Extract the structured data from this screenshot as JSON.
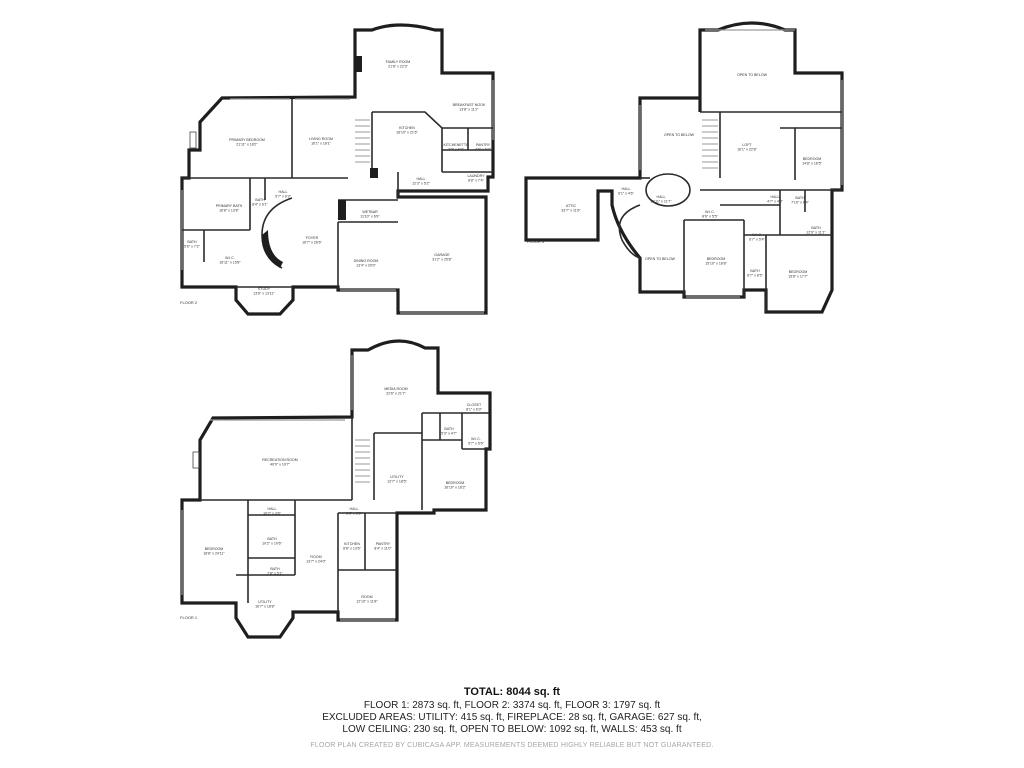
{
  "floor1": {
    "label": "FLOOR 2",
    "rooms": [
      {
        "name": "FAMILY ROOM",
        "dims": "21'8\" x 22'3\""
      },
      {
        "name": "BREAKFAST NOOK",
        "dims": "13'8\" x 11'2\""
      },
      {
        "name": "PRIMARY BEDROOM",
        "dims": "21'11\" x 18'2\""
      },
      {
        "name": "LIVING ROOM",
        "dims": "16'1\" x 18'1\""
      },
      {
        "name": "KITCHEN",
        "dims": "16'10\" x 21'6\""
      },
      {
        "name": "KITCHENETTE",
        "dims": "7'2\" x 6'7\""
      },
      {
        "name": "PANTRY",
        "dims": "4'8\" x 6'7\""
      },
      {
        "name": "HALL",
        "dims": "12'3\" x 5'2\""
      },
      {
        "name": "LAUNDRY",
        "dims": "8'8\" x 7'4\""
      },
      {
        "name": "PRIMARY BATH",
        "dims": "16'8\" x 13'8\""
      },
      {
        "name": "BATH",
        "dims": "8'4\" x 6'1\""
      },
      {
        "name": "HALL",
        "dims": "5'7\" x 6'3\""
      },
      {
        "name": "WETBAR",
        "dims": "11'10\" x 6'9\""
      },
      {
        "name": "BATH",
        "dims": "5'6\" x 7'2\""
      },
      {
        "name": "W.I.C.",
        "dims": "16'11\" x 15'8\""
      },
      {
        "name": "FOYER",
        "dims": "16'7\" x 26'6\""
      },
      {
        "name": "DINING ROOM",
        "dims": "13'4\" x 20'0\""
      },
      {
        "name": "GARAGE",
        "dims": "31'2\" x 25'8\""
      },
      {
        "name": "STUDY",
        "dims": "13'6\" x 13'11\""
      }
    ]
  },
  "floor2": {
    "label": "FLOOR 3",
    "rooms": [
      {
        "name": "OPEN TO BELOW",
        "dims": ""
      },
      {
        "name": "OPEN TO BELOW",
        "dims": ""
      },
      {
        "name": "LOFT",
        "dims": "16'1\" x 22'8\""
      },
      {
        "name": "BEDROOM",
        "dims": "14'8\" x 16'5\""
      },
      {
        "name": "ATTIC",
        "dims": "33'7\" x 11'6\""
      },
      {
        "name": "HALL",
        "dims": "6'1\" x 4'6\""
      },
      {
        "name": "HALL",
        "dims": "18'11\" x 11'7\""
      },
      {
        "name": "HALL",
        "dims": "4'7\" x 4'3\""
      },
      {
        "name": "BATH",
        "dims": "7'10\" x 6'4\""
      },
      {
        "name": "W.I.C.",
        "dims": "8'6\" x 5'5\""
      },
      {
        "name": "W.I.C.",
        "dims": "6'7\" x 5'4\""
      },
      {
        "name": "BATH",
        "dims": "12'0\" x 11'1\""
      },
      {
        "name": "OPEN TO BELOW",
        "dims": ""
      },
      {
        "name": "BEDROOM",
        "dims": "15'10\" x 16'8\""
      },
      {
        "name": "BATH",
        "dims": "6'7\" x 8'5\""
      },
      {
        "name": "BEDROOM",
        "dims": "15'8\" x 17'7\""
      }
    ]
  },
  "floor3": {
    "label": "FLOOR 1",
    "rooms": [
      {
        "name": "MEDIA ROOM",
        "dims": "22'6\" x 21'7\""
      },
      {
        "name": "CLOSET",
        "dims": "8'1\" x 6'3\""
      },
      {
        "name": "BATH",
        "dims": "5'3\" x 4'7\""
      },
      {
        "name": "W.I.C.",
        "dims": "5'7\" x 5'6\""
      },
      {
        "name": "RECREATION ROOM",
        "dims": "40'0\" x 19'7\""
      },
      {
        "name": "UTILITY",
        "dims": "13'7\" x 18'5\""
      },
      {
        "name": "BEDROOM",
        "dims": "16'10\" x 18'2\""
      },
      {
        "name": "HALL",
        "dims": "10'2\" x 3'6\""
      },
      {
        "name": "HALL",
        "dims": "6'6\" x 3'6\""
      },
      {
        "name": "BATH",
        "dims": "10'2\" x 10'6\""
      },
      {
        "name": "KITCHEN",
        "dims": "8'8\" x 13'6\""
      },
      {
        "name": "PANTRY",
        "dims": "8'4\" x 11'0\""
      },
      {
        "name": "BEDROOM",
        "dims": "18'8\" x 24'11\""
      },
      {
        "name": "ROOM",
        "dims": "13'7\" x 24'0\""
      },
      {
        "name": "BATH",
        "dims": "7'8\" x 5'1\""
      },
      {
        "name": "ROOM",
        "dims": "12'10\" x 11'8\""
      },
      {
        "name": "UTILITY",
        "dims": "16'7\" x 18'8\""
      }
    ]
  },
  "summary": {
    "total": "TOTAL: 8044 sq. ft",
    "line1": "FLOOR 1: 2873 sq. ft, FLOOR 2: 3374 sq. ft, FLOOR 3: 1797 sq. ft",
    "line2": "EXCLUDED AREAS: UTILITY: 415 sq. ft, FIREPLACE: 28 sq. ft, GARAGE: 627 sq. ft,",
    "line3": "LOW CEILING: 230 sq. ft, OPEN TO BELOW: 1092 sq. ft, WALLS: 453 sq. ft",
    "disclaimer": "FLOOR PLAN CREATED BY CUBICASA APP. MEASUREMENTS DEEMED HIGHLY RELIABLE BUT NOT GUARANTEED."
  }
}
